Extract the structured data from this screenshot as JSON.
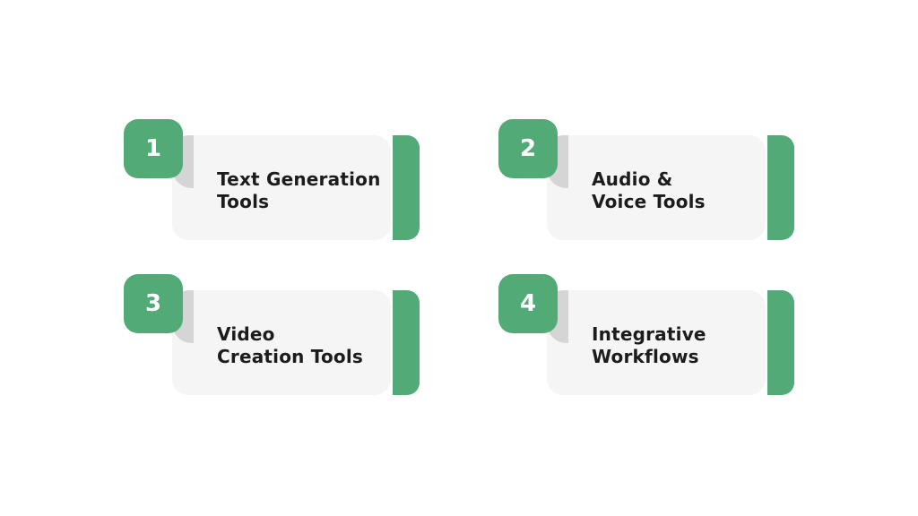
{
  "slide": {
    "background_color": "#ffffff",
    "accent_green": "#52ab76",
    "card_background": "#f4f5f4",
    "fold_gray": "#d4d5d4",
    "title_color": "#1c1c1c",
    "number_color": "#ffffff"
  },
  "cards": [
    {
      "number": "1",
      "title": "Text Generation\nTools"
    },
    {
      "number": "2",
      "title": "Audio &\nVoice Tools"
    },
    {
      "number": "3",
      "title": "Video\nCreation Tools"
    },
    {
      "number": "4",
      "title": "Integrative\nWorkflows"
    }
  ]
}
